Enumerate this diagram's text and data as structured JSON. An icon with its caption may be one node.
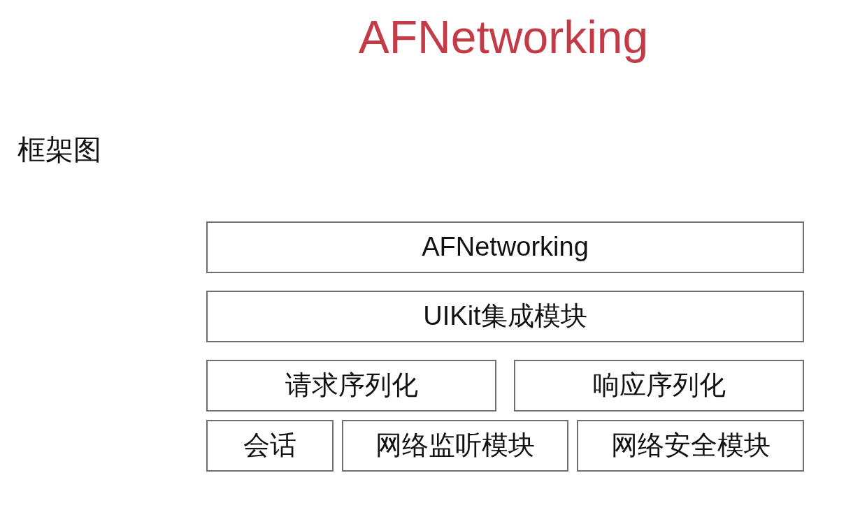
{
  "diagram": {
    "title": "AFNetworking",
    "nodes": [
      {
        "text": [
          "AFNetworking"
        ]
      },
      {
        "text": [
          "UIKit集成模块"
        ]
      },
      {
        "text": [
          "请求序列化"
        ]
      },
      {
        "text": [
          "响应序列化"
        ]
      },
      {
        "text": [
          "会话"
        ]
      },
      {
        "text": [
          "网络监听模块"
        ]
      },
      {
        "text": [
          "网络安全模块"
        ]
      }
    ],
    "labels": [
      "框架图"
    ]
  }
}
